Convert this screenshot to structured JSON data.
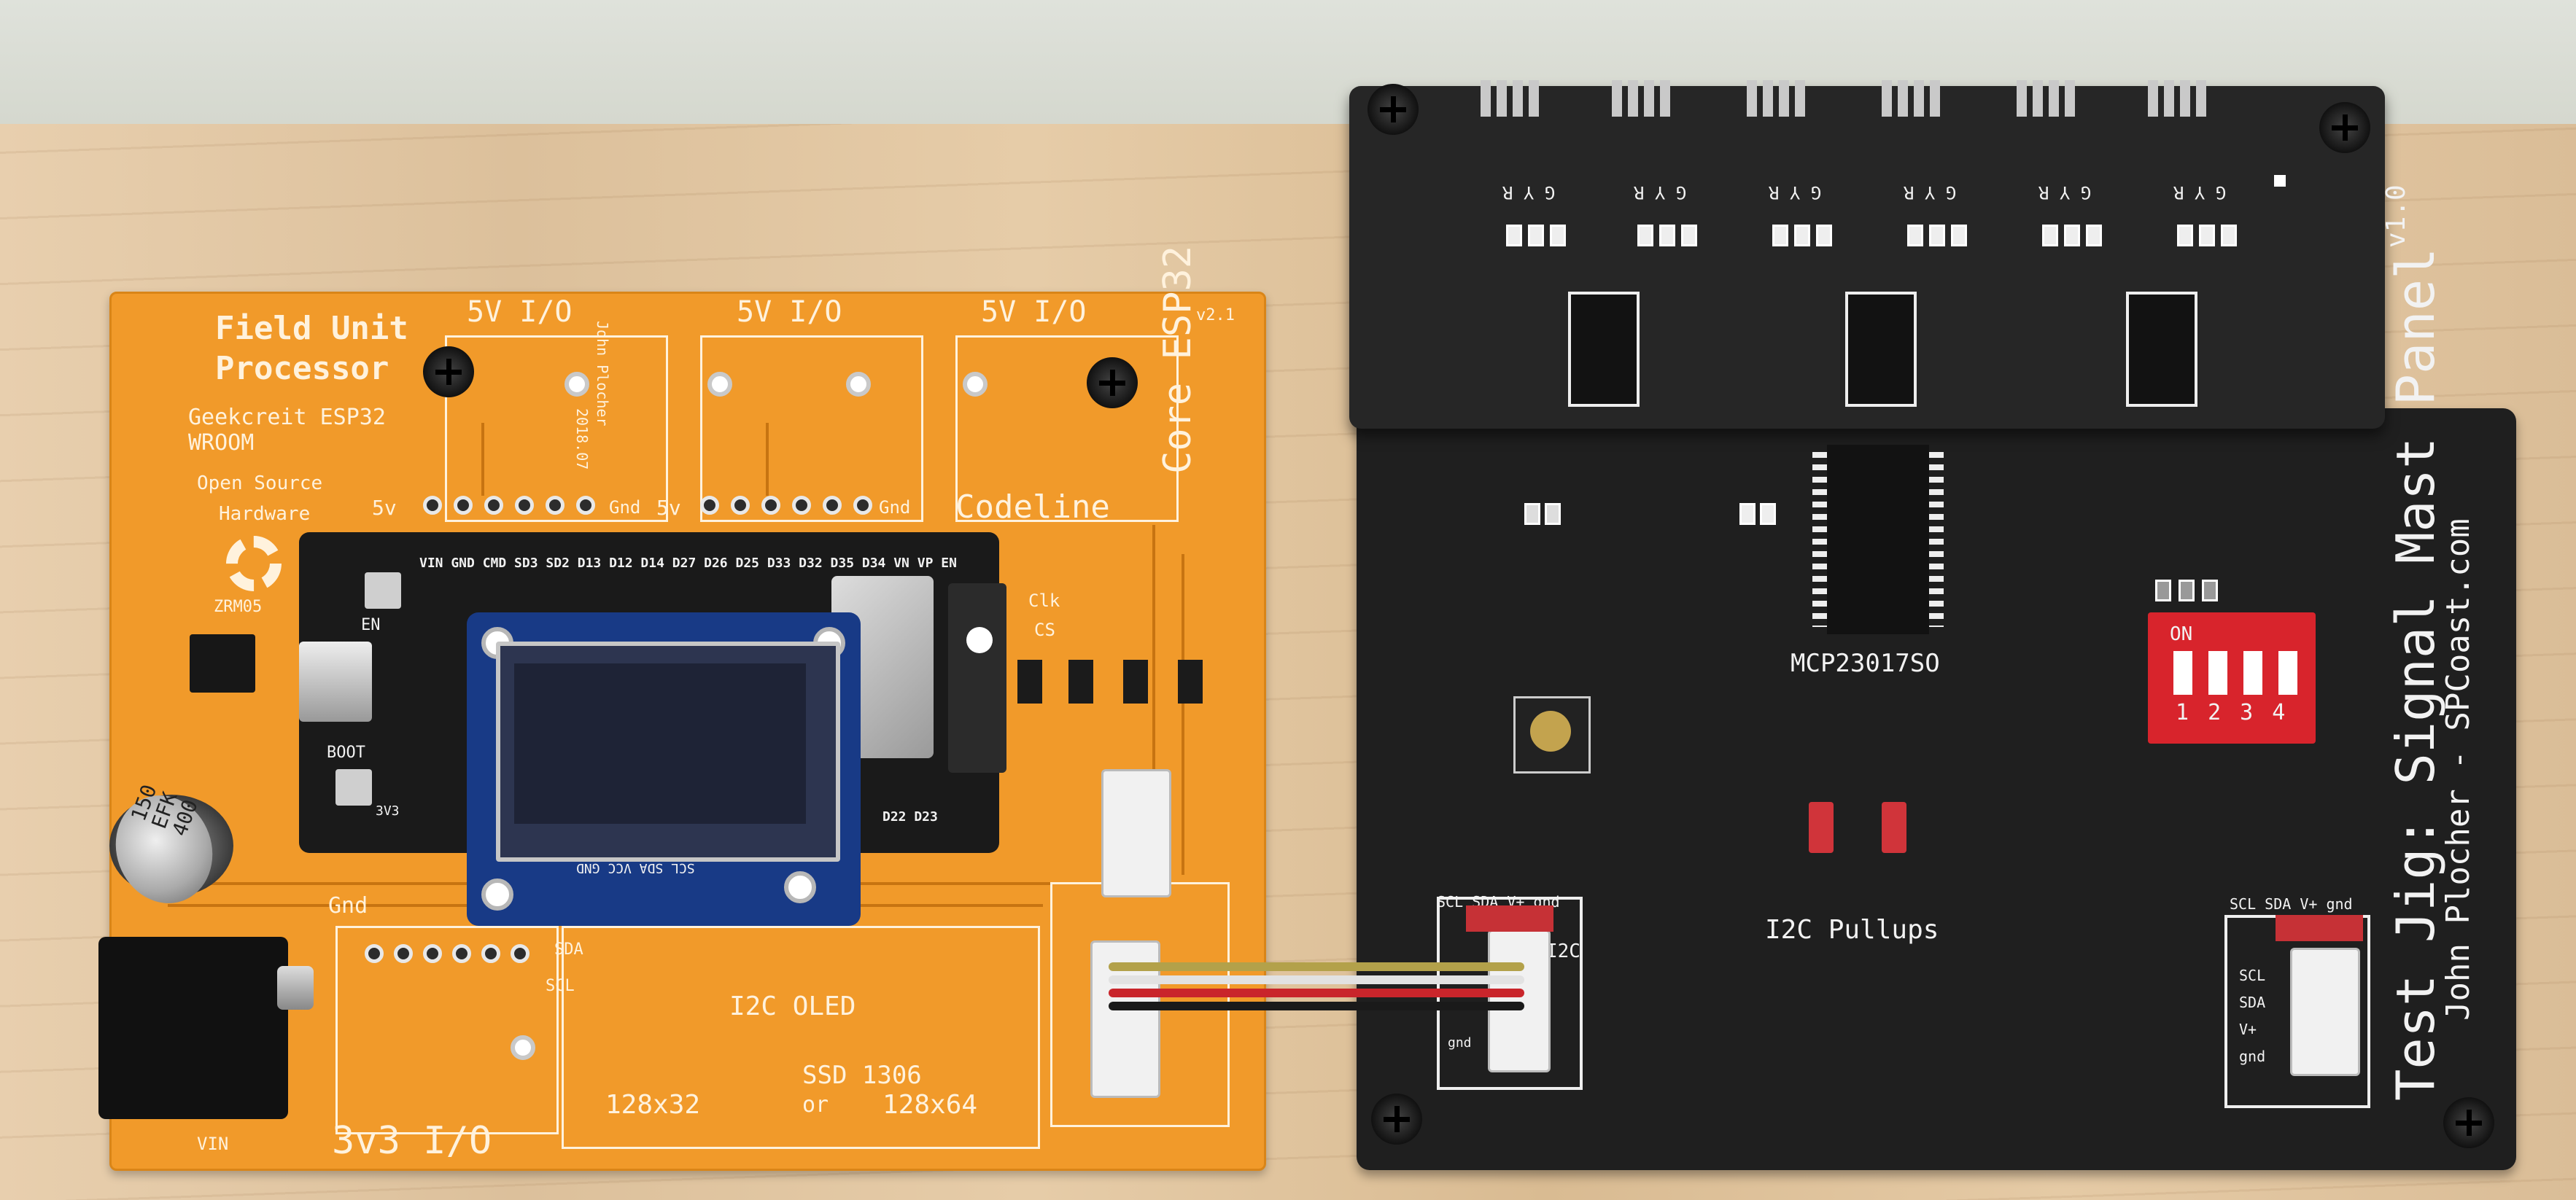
{
  "scene": {
    "orange_board": {
      "title_line1": "Field Unit",
      "title_line2": "Processor",
      "model_line1": "Geekcreit ESP32",
      "model_line2": "WROOM",
      "open_source_line1": "Open Source",
      "open_source_line2": "Hardware",
      "version": "v2.1",
      "side_title": "Core ESP32",
      "author_line1": "John Plocher",
      "author_line2": "2018.07",
      "io_label_1": "5V I/O",
      "io_label_2": "5V I/O",
      "io_label_3": "5V I/O",
      "io_label_bottom": "3v3 I/O",
      "codeline_label": "Codeline",
      "header_5v_left": "5v",
      "header_gnd_left": "Gnd",
      "header_5v_right": "5v",
      "header_gnd_right": "Gnd",
      "esp_pins_top": "VIN GND CMD SD3 SD2 D13 D12 D14 D27 D26 D25 D33 D32 D35 D34 VN VP EN",
      "esp_pins_bottom": "D22 D23",
      "button_en": "EN",
      "button_boot": "BOOT",
      "esp_3v3": "3V3",
      "oled_pins": "SCL SDA VCC GND",
      "cap_marking_1": "150",
      "cap_marking_2": "EFK",
      "cap_marking_3": "400",
      "gnd_label": "Gnd",
      "oled_label": "I2C OLED",
      "ssd_label": "SSD 1306",
      "size_128x32": "128x32",
      "or_label": "or",
      "size_128x64": "128x64",
      "vin_label": "VIN",
      "zrm_label": "ZRM05",
      "clk_label": "Clk",
      "cs_label": "CS",
      "sda_label": "SDA",
      "scl_label": "SCL"
    },
    "signal_board": {
      "title": "Test Jig: Signal Mast Panel",
      "author": "John Plocher - SPCoast.com",
      "version": "v1.0",
      "gyr_labels": [
        "G Y R",
        "G Y R",
        "G Y R",
        "G Y R",
        "G Y R",
        "G Y R"
      ],
      "chip_label": "MCP23017SO",
      "pullups_label": "I2C Pullups",
      "dip_on_label": "ON",
      "dip_numbers": [
        "1",
        "2",
        "3",
        "4"
      ],
      "i2c_header_left": "SCL SDA V+ gnd",
      "i2c_header_right": "SCL SDA V+ gnd",
      "i2c_label": "I2C",
      "conn_pins": [
        "SCL",
        "SDA",
        "V+",
        "gnd"
      ],
      "gnd_small": "gnd"
    }
  }
}
